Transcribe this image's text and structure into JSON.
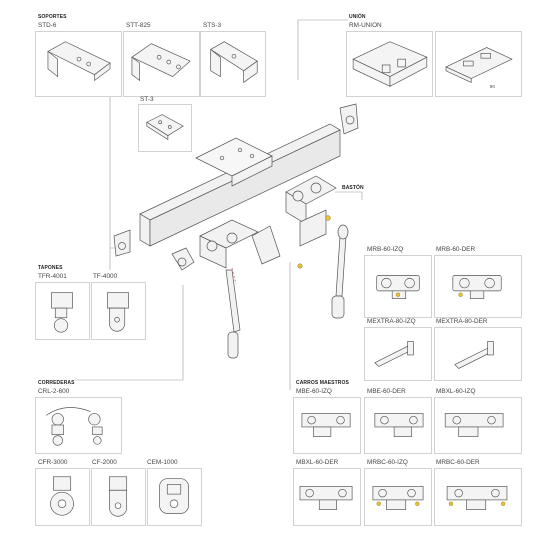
{
  "groups": {
    "soportes": "SOPORTES",
    "union": "UNIÓN",
    "baston": "BASTÓN",
    "tapones": "TAPONES",
    "correderas": "CORREDERAS",
    "carros": "CARROS MAESTROS"
  },
  "codes": {
    "std6": "STD-6",
    "stt825": "STT-825",
    "sts3": "STS-3",
    "st3": "ST-3",
    "rmunion": "RM-UNION",
    "mrb60izq": "MRB-60-IZQ",
    "mrb60der": "MRB-60-DER",
    "mextra80izq": "MEXTRA-80-IZQ",
    "mextra80der": "MEXTRA-80-DER",
    "tfr4001": "TFR-4001",
    "tf4000": "TF-4000",
    "crl2600": "CRL-2-600",
    "cfr3000": "CFR-3000",
    "cf2000": "CF-2000",
    "cem1000": "CEM-1000",
    "mbe60izq": "MBE-60-IZQ",
    "mbe60der": "MBE-60-DER",
    "mbxl60izq": "MBXL-60-IZQ",
    "mbxl60der": "MBXL-60-DER",
    "mrbc60izq": "MRBC-60-IZQ",
    "mrbc60der": "MRBC-60-DER"
  },
  "dim_label": "90",
  "colors": {
    "line": "#555555",
    "leader": "#9a9a9a",
    "box_border": "#d2d2d2",
    "rail_fill": "#f2f2f2",
    "accent_yellow": "#e8c33a",
    "accent_red": "#d9534f"
  },
  "icons": {
    "bracket": "wall-bracket-icon",
    "rail": "curtain-rail-icon",
    "runner": "runner-carriage-icon",
    "rod": "draw-rod-icon"
  }
}
